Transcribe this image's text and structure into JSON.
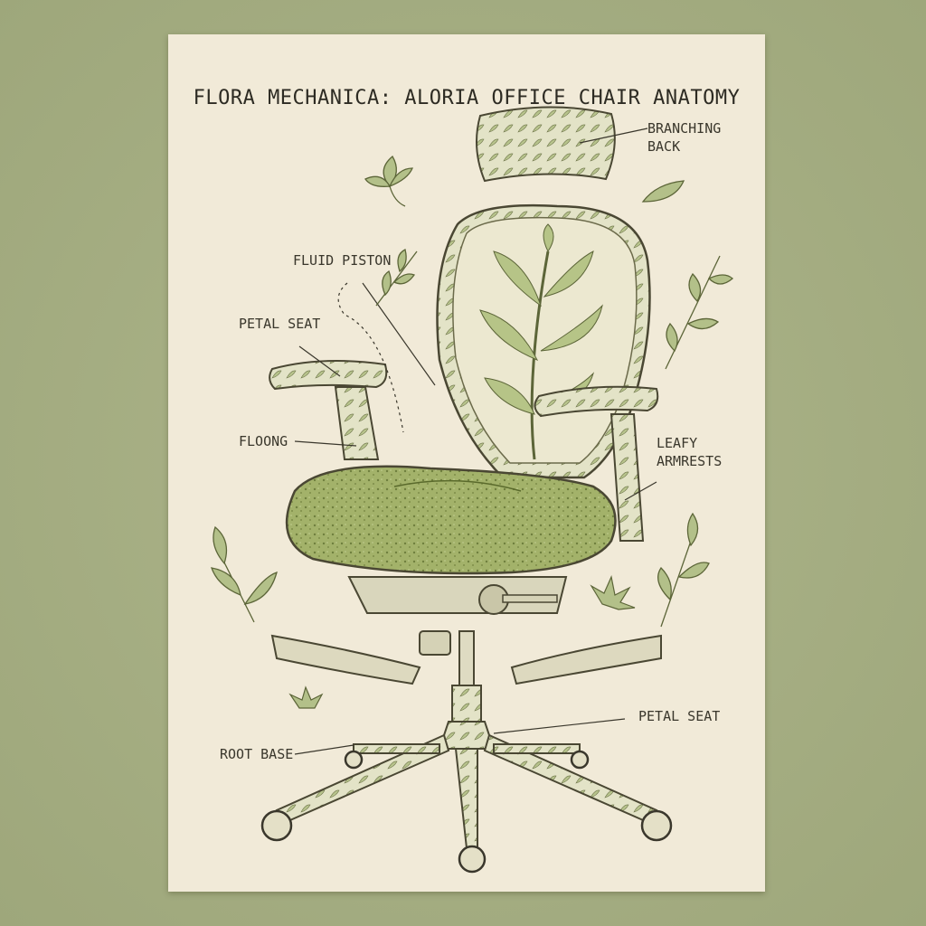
{
  "poster": {
    "title": "FLORA MECHANICA: ALORIA OFFICE CHAIR ANATOMY",
    "labels": {
      "branching_back": "BRANCHING\nBACK",
      "fluid_piston": "FLUID PISTON",
      "petal_seat_upper": "PETAL SEAT",
      "floong": "FLOONG",
      "leafy_armrests": "LEAFY\nARMRESTS",
      "petal_seat_lower": "PETAL SEAT",
      "root_base": "ROOT BASE"
    }
  },
  "colors": {
    "background": "#a4ad82",
    "paper": "#f1ead8",
    "ink": "#3a372c",
    "leaf_green": "#a9b77a",
    "moss_green": "#9aab5f"
  },
  "icons": [
    "leaf-sprig-icon",
    "leaf-cluster-icon",
    "flower-icon"
  ]
}
